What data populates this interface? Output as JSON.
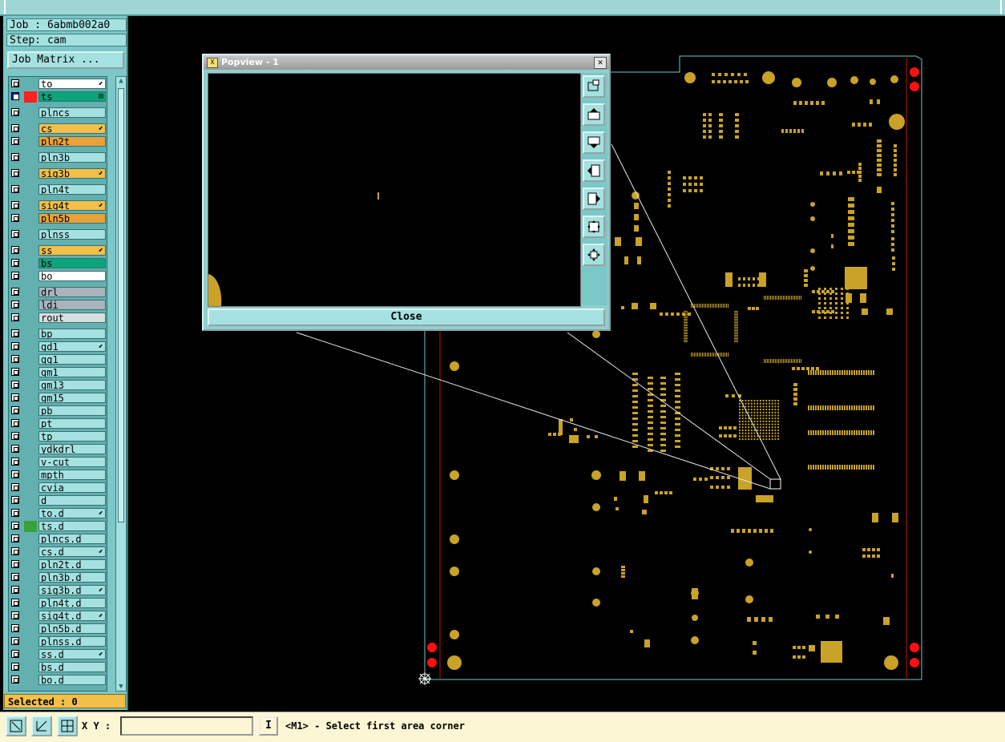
{
  "job_label": "Job : 6abmb002a0",
  "step_label": "Step: cam",
  "job_matrix_button": "Job Matrix ...",
  "layers": [
    {
      "name": "to",
      "bg": "#ffffff",
      "arrow": true
    },
    {
      "name": "ts",
      "bg": "#0aa57a",
      "swatch": "#ff2020",
      "selected": true,
      "mark": "⊞"
    },
    {
      "name": "plncs",
      "bg": "#a5e1e1"
    },
    {
      "name": "cs",
      "bg": "#f2c04a",
      "arrow": true
    },
    {
      "name": "pln2t",
      "bg": "#e8a23a"
    },
    {
      "name": "pln3b",
      "bg": "#a5e1e1"
    },
    {
      "name": "sig3b",
      "bg": "#f2c04a",
      "arrow": true
    },
    {
      "name": "pln4t",
      "bg": "#a5e1e1"
    },
    {
      "name": "sig4t",
      "bg": "#f2c04a",
      "arrow": true
    },
    {
      "name": "pln5b",
      "bg": "#e8a23a"
    },
    {
      "name": "plnss",
      "bg": "#a5e1e1"
    },
    {
      "name": "ss",
      "bg": "#f2c04a",
      "arrow": true
    },
    {
      "name": "bs",
      "bg": "#0aa57a"
    },
    {
      "name": "bo",
      "bg": "#ffffff"
    },
    {
      "name": "drl",
      "bg": "#a9b4bd"
    },
    {
      "name": "ldi",
      "bg": "#a9b4bd"
    },
    {
      "name": "rout",
      "bg": "#d7dede"
    },
    {
      "name": "bp",
      "bg": "#a5e1e1"
    },
    {
      "name": "gd1",
      "bg": "#a5e1e1",
      "arrow": true
    },
    {
      "name": "gg1",
      "bg": "#a5e1e1"
    },
    {
      "name": "gm1",
      "bg": "#a5e1e1"
    },
    {
      "name": "gm13",
      "bg": "#a5e1e1"
    },
    {
      "name": "gm15",
      "bg": "#a5e1e1"
    },
    {
      "name": "pb",
      "bg": "#a5e1e1"
    },
    {
      "name": "pt",
      "bg": "#a5e1e1"
    },
    {
      "name": "tp",
      "bg": "#a5e1e1"
    },
    {
      "name": "ydkdrl",
      "bg": "#a5e1e1"
    },
    {
      "name": "v-cut",
      "bg": "#a5e1e1"
    },
    {
      "name": "mpth",
      "bg": "#a5e1e1"
    },
    {
      "name": "cvia",
      "bg": "#a5e1e1"
    },
    {
      "name": "d",
      "bg": "#a5e1e1"
    },
    {
      "name": "to.d",
      "bg": "#a5e1e1",
      "arrow": true
    },
    {
      "name": "ts.d",
      "bg": "#a5e1e1",
      "swatch": "#3aa03a"
    },
    {
      "name": "plncs.d",
      "bg": "#a5e1e1"
    },
    {
      "name": "cs.d",
      "bg": "#a5e1e1",
      "arrow": true
    },
    {
      "name": "pln2t.d",
      "bg": "#a5e1e1"
    },
    {
      "name": "pln3b.d",
      "bg": "#a5e1e1"
    },
    {
      "name": "sig3b.d",
      "bg": "#a5e1e1",
      "arrow": true
    },
    {
      "name": "pln4t.d",
      "bg": "#a5e1e1"
    },
    {
      "name": "sig4t.d",
      "bg": "#a5e1e1",
      "arrow": true
    },
    {
      "name": "pln5b.d",
      "bg": "#a5e1e1"
    },
    {
      "name": "plnss.d",
      "bg": "#a5e1e1"
    },
    {
      "name": "ss.d",
      "bg": "#a5e1e1",
      "arrow": true
    },
    {
      "name": "bs.d",
      "bg": "#a5e1e1"
    },
    {
      "name": "bo.d",
      "bg": "#a5e1e1"
    }
  ],
  "selected_label": "Selected : 0",
  "popview": {
    "title": "Popview - 1",
    "close_label": "Close",
    "tools": [
      "zoom-fit-icon",
      "pan-up-icon",
      "pan-down-icon",
      "pan-left-icon",
      "pan-right-icon",
      "zoom-in-icon",
      "zoom-out-icon"
    ]
  },
  "bottom": {
    "xy_label": "X Y :",
    "xy_value": "",
    "info_label": "I",
    "status": "<M1> - Select first area corner"
  },
  "colors": {
    "pad": "#c9a227",
    "panel": "#7cc7c7",
    "outline": "#6fc7c7",
    "rail": "#e01010"
  }
}
